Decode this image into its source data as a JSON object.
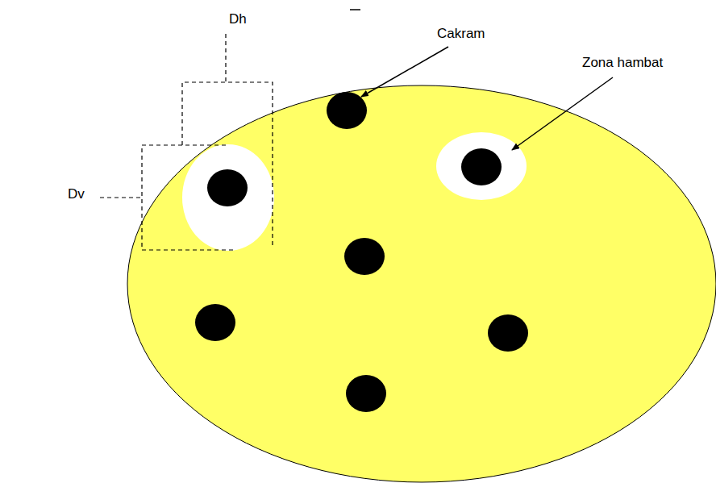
{
  "diagram": {
    "labels": [
      "Dh",
      "Cakram",
      "Zona hambat",
      "Dv"
    ]
  }
}
